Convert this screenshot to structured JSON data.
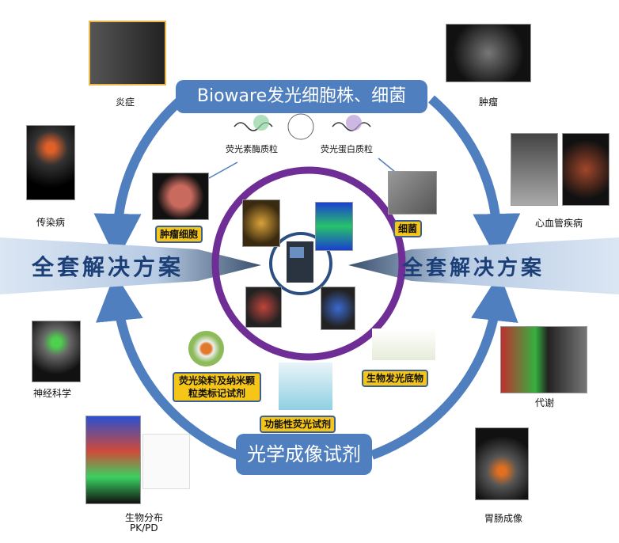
{
  "top_label": "Bioware发光细胞株、细菌",
  "bottom_label": "光学成像试剂",
  "left_banner": "全套解决方案",
  "right_banner": "全套解决方案",
  "plasmids": [
    "荧光素酶质粒",
    "荧光蛋白质粒"
  ],
  "inner_labels": {
    "tumor_cell": "肿瘤细胞",
    "bacteria": "细菌",
    "dye_nano": "荧光染料及纳米颗粒类标记试剂",
    "functional": "功能性荧光试剂",
    "substrate": "生物发光底物"
  },
  "applications": {
    "inflammation": "炎症",
    "tumor": "肿瘤",
    "infection": "传染病",
    "cardio": "心血管疾病",
    "neuro": "神经科学",
    "metabolism": "代谢",
    "biodistribution": "生物分布",
    "pkpd": "PK/PD",
    "gi": "胃肠成像"
  },
  "colors": {
    "ring": "#4f7fbf",
    "purple": "#6f2d96",
    "yellow": "#f5c518",
    "navy": "#1c3f78"
  }
}
